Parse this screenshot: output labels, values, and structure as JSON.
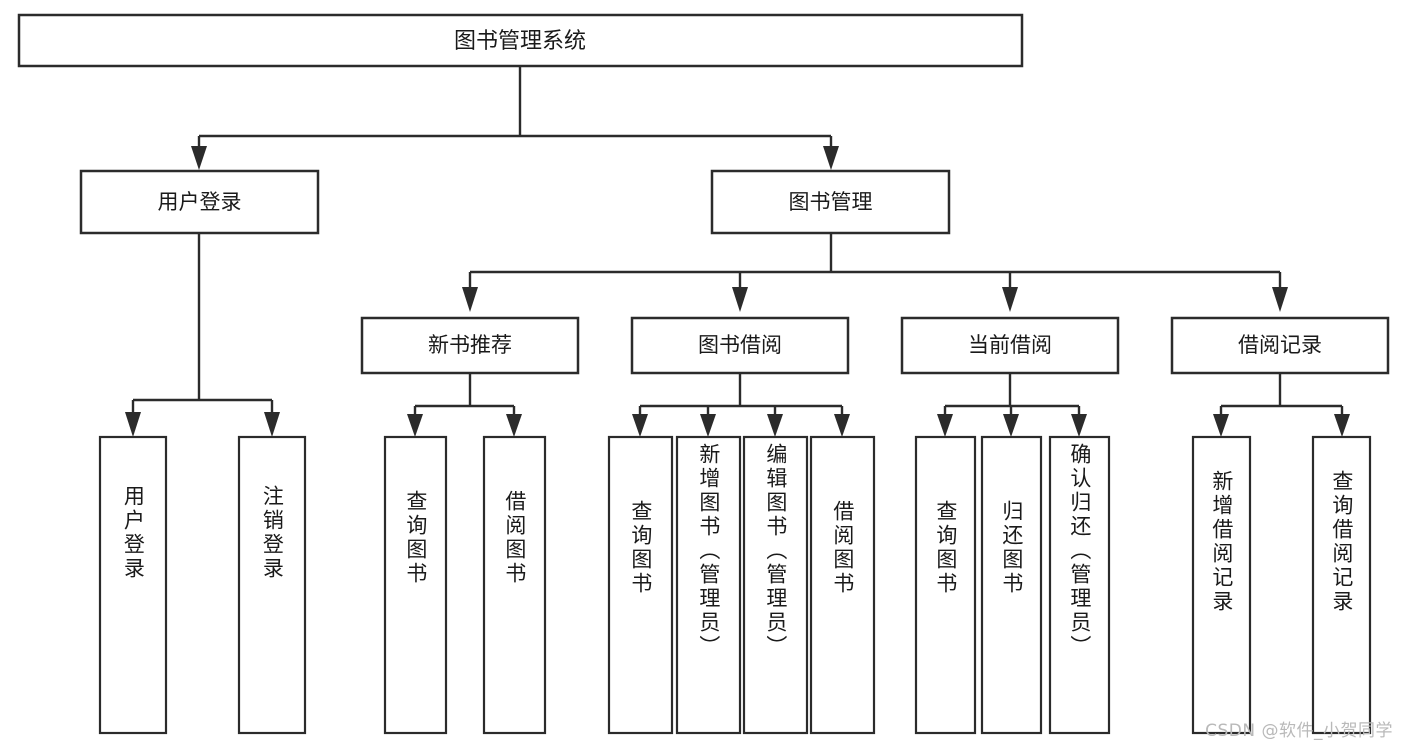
{
  "diagram": {
    "title": "图书管理系统",
    "type": "tree",
    "watermark": "CSDN @软件_小贺同学",
    "colors": {
      "stroke": "#2b2b2b",
      "fill": "#ffffff",
      "text": "#1a1a1a",
      "watermark": "#b9b9b9"
    },
    "root": {
      "label": "图书管理系统"
    },
    "level1": [
      {
        "label": "用户登录"
      },
      {
        "label": "图书管理"
      }
    ],
    "level2": [
      {
        "label": "新书推荐"
      },
      {
        "label": "图书借阅"
      },
      {
        "label": "当前借阅"
      },
      {
        "label": "借阅记录"
      }
    ],
    "leaves": {
      "user_login": [
        {
          "label": "用户登录"
        },
        {
          "label": "注销登录"
        }
      ],
      "new_book": [
        {
          "label": "查询图书"
        },
        {
          "label": "借阅图书"
        }
      ],
      "book_borrow": [
        {
          "label": "查询图书"
        },
        {
          "label": "新增图书（管理员）"
        },
        {
          "label": "编辑图书（管理员）"
        },
        {
          "label": "借阅图书"
        }
      ],
      "current_borrow": [
        {
          "label": "查询图书"
        },
        {
          "label": "归还图书"
        },
        {
          "label": "确认归还（管理员）"
        }
      ],
      "borrow_record": [
        {
          "label": "新增借阅记录"
        },
        {
          "label": "查询借阅记录"
        }
      ]
    }
  }
}
